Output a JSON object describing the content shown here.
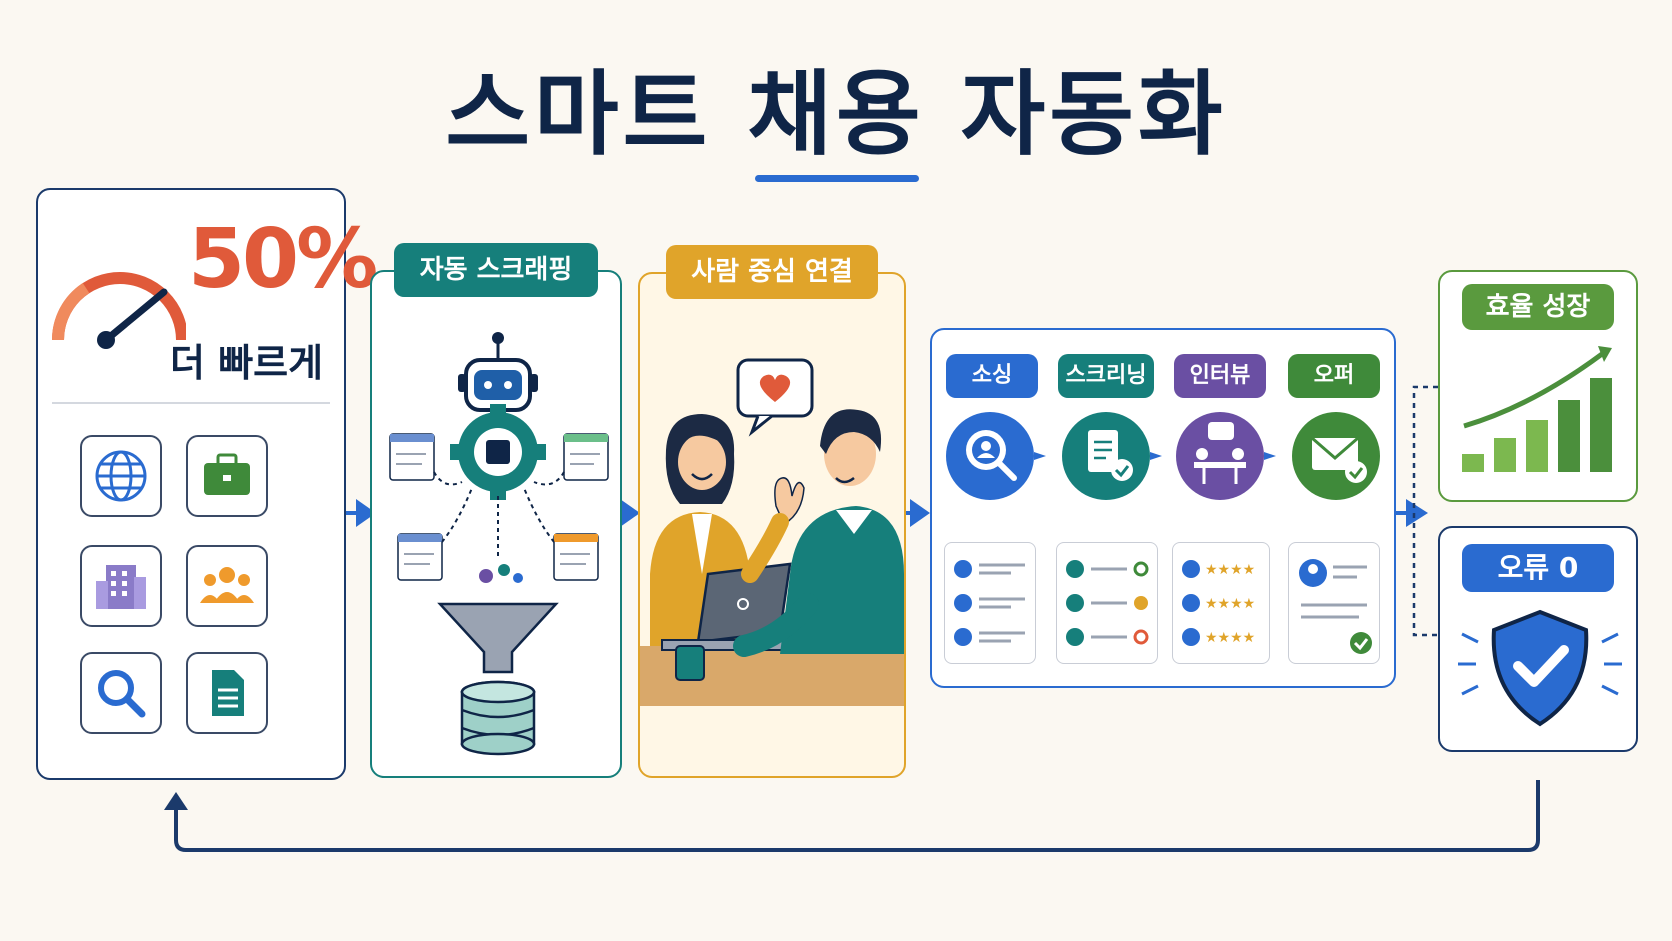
{
  "title": "스마트 채용 자동화",
  "colors": {
    "navy": "#0f2547",
    "blue": "#2a6bd0",
    "teal": "#167f7b",
    "gold": "#e0a42a",
    "green": "#4b8f3c",
    "purple": "#6a4fa3",
    "red": "#e05a3a"
  },
  "speed": {
    "percent": "50%",
    "caption": "더 빠르게",
    "icons": [
      "globe-icon",
      "briefcase-icon",
      "building-icon",
      "people-icon",
      "search-icon",
      "document-icon"
    ]
  },
  "scraping": {
    "label": "자동 스크래핑"
  },
  "people": {
    "label": "사람 중심 연결"
  },
  "pipeline": {
    "stages": [
      {
        "label": "소싱",
        "color": "#2a6bd0",
        "icon": "candidate-search-icon"
      },
      {
        "label": "스크리닝",
        "color": "#167f7b",
        "icon": "document-check-icon"
      },
      {
        "label": "인터뷰",
        "color": "#6a4fa3",
        "icon": "interview-icon"
      },
      {
        "label": "오퍼",
        "color": "#3f8a3a",
        "icon": "mail-check-icon"
      }
    ]
  },
  "growth": {
    "label": "효율 성장"
  },
  "errors": {
    "label": "오류 0"
  }
}
